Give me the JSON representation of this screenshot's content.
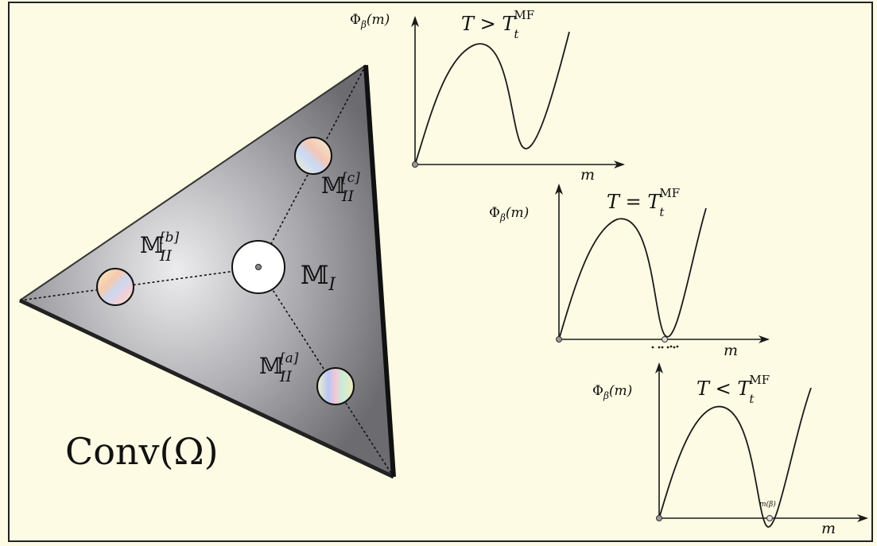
{
  "colors": {
    "background": "#fdfbe4",
    "frame": "#222222",
    "triangle_light": "#e8e8ea",
    "triangle_dark": "#6e6e72",
    "curve": "#1a1a1a"
  },
  "simplex": {
    "label": "Conv(Ω)",
    "center_point": {
      "label": "𝕄",
      "subscript": "I"
    },
    "points": [
      {
        "name": "b",
        "label": "𝕄",
        "superscript": "[b]",
        "subscript": "II"
      },
      {
        "name": "c",
        "label": "𝕄",
        "superscript": "[c]",
        "subscript": "II"
      },
      {
        "name": "a",
        "label": "𝕄",
        "superscript": "[a]",
        "subscript": "II"
      }
    ]
  },
  "plots": [
    {
      "condition_left": "T > T",
      "sub": "t",
      "sup": "MF",
      "y_label": "Φ",
      "y_sub": "β",
      "y_arg": "(m)",
      "x_label": "m",
      "marker_label": ""
    },
    {
      "condition_left": "T = T",
      "sub": "t",
      "sup": "MF",
      "y_label": "Φ",
      "y_sub": "β",
      "y_arg": "(m)",
      "x_label": "m",
      "marker_label": ""
    },
    {
      "condition_left": "T < T",
      "sub": "t",
      "sup": "MF",
      "y_label": "Φ",
      "y_sub": "β",
      "y_arg": "(m)",
      "x_label": "m",
      "marker_label": "m(β)"
    }
  ]
}
